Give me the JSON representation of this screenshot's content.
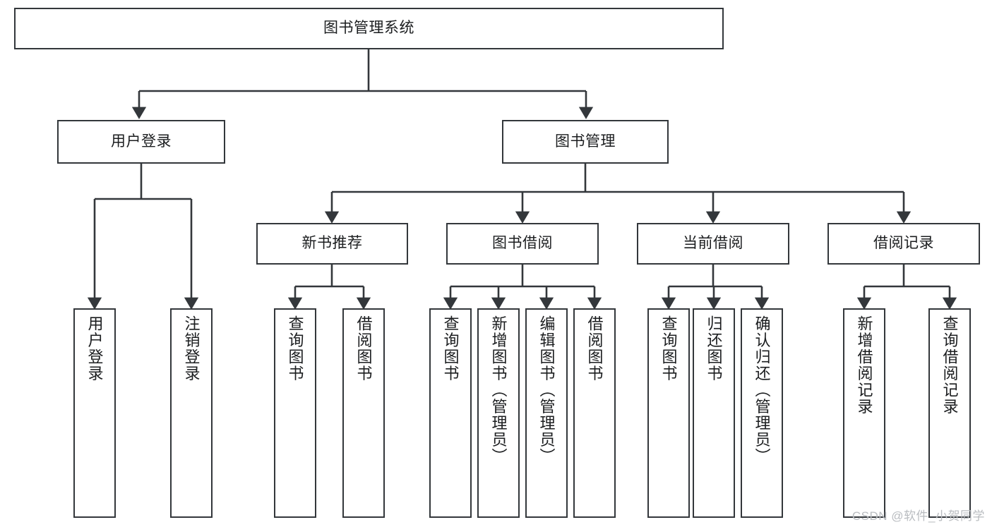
{
  "diagram": {
    "type": "tree",
    "title": "图书管理系统",
    "root": {
      "label": "图书管理系统"
    },
    "level2": [
      {
        "label": "用户登录"
      },
      {
        "label": "图书管理"
      }
    ],
    "level3": [
      {
        "label": "新书推荐"
      },
      {
        "label": "图书借阅"
      },
      {
        "label": "当前借阅"
      },
      {
        "label": "借阅记录"
      }
    ],
    "leaves": {
      "user_login": [
        {
          "label": "用户登录"
        },
        {
          "label": "注销登录"
        }
      ],
      "new_book_recommend": [
        {
          "label": "查询图书"
        },
        {
          "label": "借阅图书"
        }
      ],
      "book_borrow": [
        {
          "label": "查询图书"
        },
        {
          "label": "新增图书（管理员）"
        },
        {
          "label": "编辑图书（管理员）"
        },
        {
          "label": "借阅图书"
        }
      ],
      "current_borrow": [
        {
          "label": "查询图书"
        },
        {
          "label": "归还图书"
        },
        {
          "label": "确认归还（管理员）"
        }
      ],
      "borrow_record": [
        {
          "label": "新增借阅记录"
        },
        {
          "label": "查询借阅记录"
        }
      ]
    }
  },
  "watermark": {
    "text": "CSDN @软件_小贺同学"
  },
  "colors": {
    "stroke": "#33373b",
    "box_fill": "#ffffff",
    "text": "#1b1d1f",
    "watermark": "#b9bcc0"
  }
}
